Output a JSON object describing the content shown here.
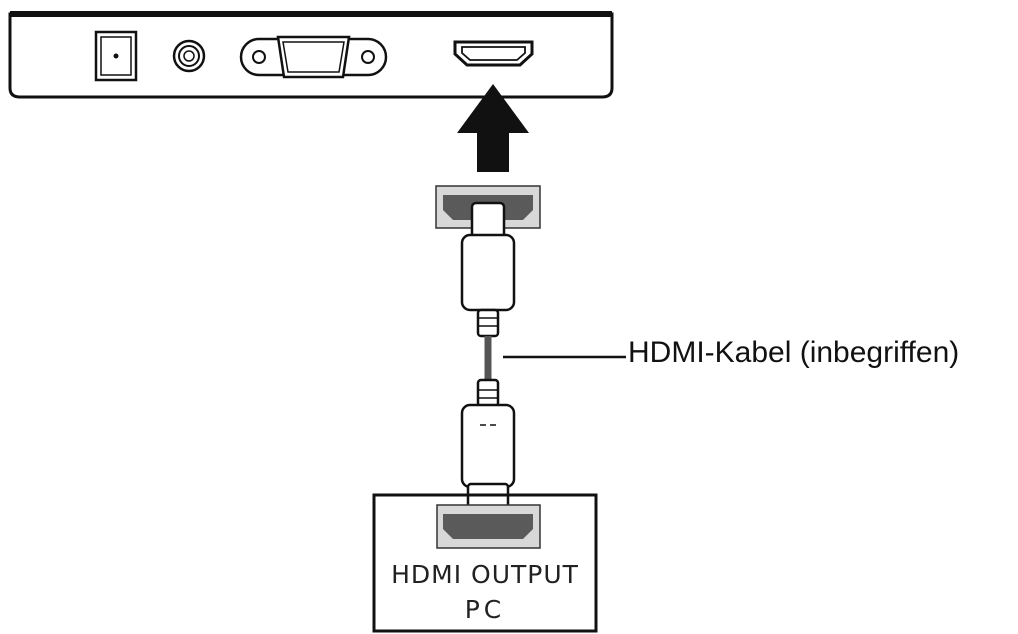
{
  "labels": {
    "cable": "HDMI-Kabel (inbegriffen)",
    "pc_output": "HDMI OUTPUT",
    "pc_name": "PC"
  },
  "colors": {
    "outline": "#111111",
    "connector_fill": "#5a5a5a",
    "connector_frame": "#d8d8d8",
    "background": "#ffffff"
  },
  "icons": {
    "monitor_ports": [
      "dc-power-jack-icon",
      "audio-jack-icon",
      "vga-port-icon",
      "hdmi-port-icon"
    ],
    "arrow": "arrow-up-icon"
  }
}
